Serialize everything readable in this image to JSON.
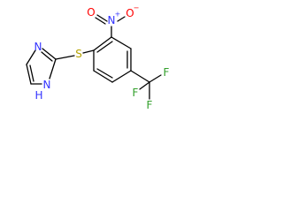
{
  "molecule": {
    "atoms": {
      "imidazole_nh": {
        "symbol": "N",
        "suffix": "H",
        "color": "#3333ff"
      },
      "imidazole_n": {
        "symbol": "N",
        "color": "#3333ff"
      },
      "sulfur": {
        "symbol": "S",
        "color": "#b5a200"
      },
      "nitro_n": {
        "symbol": "N",
        "charge": "+",
        "color": "#3333ff"
      },
      "nitro_o_double": {
        "symbol": "O",
        "color": "#ff0000"
      },
      "nitro_o_single": {
        "symbol": "O",
        "charge": "−",
        "color": "#ff0000"
      },
      "fluorine_top": {
        "symbol": "F",
        "color": "#33a02c"
      },
      "fluorine_bottom": {
        "symbol": "F",
        "color": "#33a02c"
      },
      "fluorine_left": {
        "symbol": "F",
        "color": "#33a02c"
      }
    },
    "bond_color": "#000000"
  }
}
